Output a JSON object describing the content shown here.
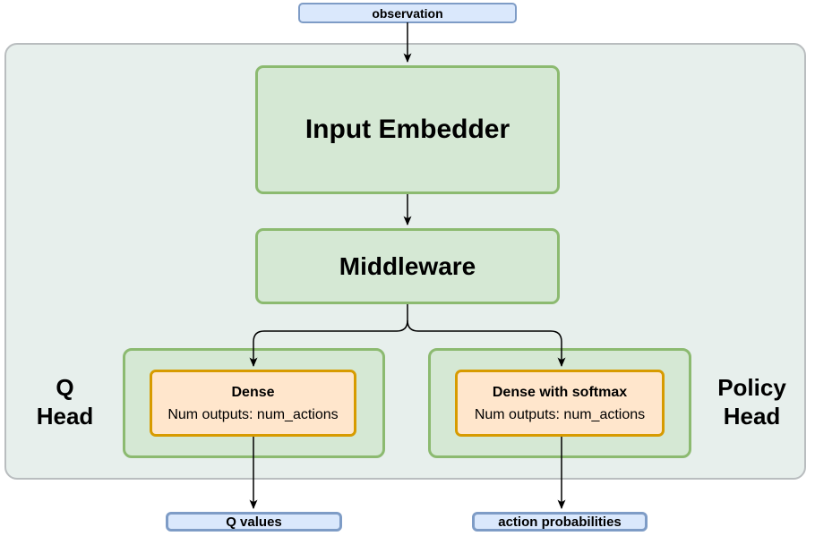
{
  "diagram": {
    "nodes": {
      "observation": {
        "label": "observation"
      },
      "input_embedder": {
        "label": "Input Embedder"
      },
      "middleware": {
        "label": "Middleware"
      },
      "q_head": {
        "label_line1": "Q",
        "label_line2": "Head",
        "dense": {
          "title": "Dense",
          "subtitle": "Num outputs: num_actions"
        }
      },
      "policy_head": {
        "label_line1": "Policy",
        "label_line2": "Head",
        "dense": {
          "title": "Dense with softmax",
          "subtitle": "Num outputs: num_actions"
        }
      },
      "q_values": {
        "label": "Q values"
      },
      "action_probabilities": {
        "label": "action probabilities"
      }
    },
    "colors": {
      "io_fill": "#dae8fc",
      "io_stroke": "#6c8ebf",
      "block_fill": "#d5e8d4",
      "block_stroke": "#8cba70",
      "dense_fill": "#ffe6cc",
      "dense_stroke": "#d79b00",
      "container_fill": "#e7efec",
      "container_stroke": "#b9bdbf",
      "arrow": "#000000",
      "text": "#000000"
    }
  }
}
